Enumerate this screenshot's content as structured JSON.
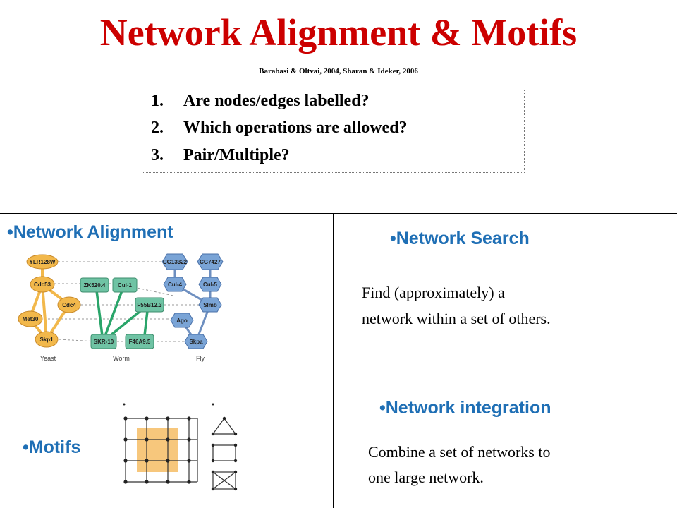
{
  "title": "Network Alignment & Motifs",
  "citation": "Barabasi & Oltvai, 2004,  Sharan & Ideker, 2006",
  "questions": [
    {
      "num": "1.",
      "text": "Are nodes/edges labelled?"
    },
    {
      "num": "2.",
      "text": "Which operations are allowed?"
    },
    {
      "num": "3.",
      "text": "Pair/Multiple?"
    }
  ],
  "sections": {
    "alignment": {
      "heading": "•Network Alignment"
    },
    "search": {
      "heading": "•Network Search",
      "desc_line1": "Find (approximately) a",
      "desc_line2": "network within a set of others."
    },
    "motifs": {
      "heading": "•Motifs"
    },
    "integration": {
      "heading": "•Network integration",
      "desc_line1": "Combine a set of networks to",
      "desc_line2": "one large network."
    }
  },
  "figure": {
    "yeast_nodes": [
      "YLR128W",
      "Cdc53",
      "Cdc4",
      "Met30",
      "Skp1"
    ],
    "worm_nodes": [
      "ZK520.4",
      "Cul-1",
      "F55B12.3",
      "SKR-10",
      "F46A9.5"
    ],
    "fly_nodes": [
      "CG13322",
      "CG7427",
      "Cul-4",
      "Cul-5",
      "Slmb",
      "Ago",
      "Skpa"
    ],
    "species_labels": [
      "Yeast",
      "Worm",
      "Fly"
    ]
  },
  "colors": {
    "title": "#cc0000",
    "heading": "#1f6fb5",
    "yeast": "#f2b84b",
    "worm": "#6fc3a4",
    "fly": "#7aa4d6",
    "motif_highlight": "#f7c77c"
  }
}
